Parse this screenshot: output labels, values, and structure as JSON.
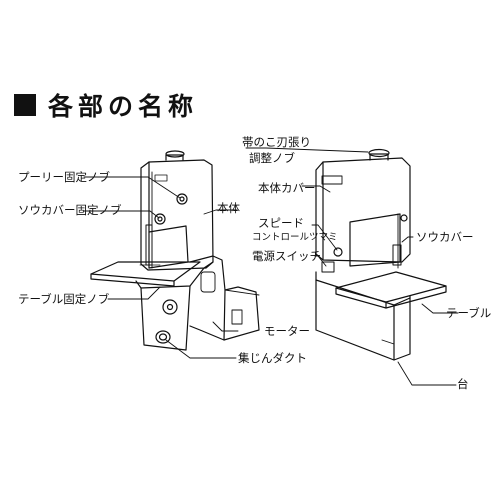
{
  "heading": {
    "title": "各部の名称"
  },
  "labels": {
    "pulley_knob": "プーリー固定ノブ",
    "cover_knob": "ソウカバー固定ノブ",
    "table_knob": "テーブル固定ノブ",
    "body": "本体",
    "motor": "モーター",
    "dust_duct": "集じんダクト",
    "tension_line1": "帯のこ刃張り",
    "tension_line2": "調整ノブ",
    "body_cover": "本体カバー",
    "speed_line1": "スピード",
    "speed_line2": "コントロールツマミ",
    "power_switch": "電源スイッチ",
    "saw_cover": "ソウカバー",
    "table": "テーブル",
    "stand": "台"
  },
  "colors": {
    "ink": "#111111",
    "accent": "#777777"
  }
}
